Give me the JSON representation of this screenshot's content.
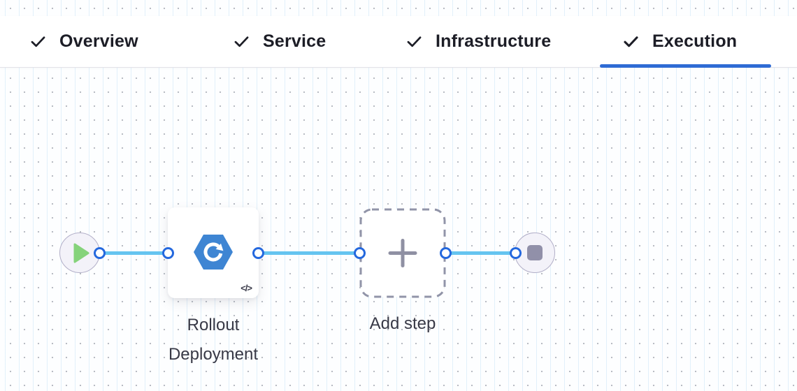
{
  "tab_bar": {
    "active_tab": "Execution",
    "tabs": [
      {
        "label": "Overview",
        "completed": true,
        "active": false
      },
      {
        "label": "Service",
        "completed": true,
        "active": false
      },
      {
        "label": "Infrastructure",
        "completed": true,
        "active": false
      },
      {
        "label": "Execution",
        "completed": true,
        "active": true
      }
    ]
  },
  "canvas": {
    "start_node": {
      "icon": "play-icon"
    },
    "step": {
      "name": "Rollout Deployment",
      "icon": "rollout-deployment-icon",
      "code_toggle_glyph": "</>"
    },
    "add_step": {
      "label": "Add step",
      "icon": "plus-icon"
    },
    "end_node": {
      "icon": "stop-icon"
    }
  },
  "colors": {
    "active_tab_underline": "#2e6bd4",
    "connector_line": "#65c4f0",
    "port_ring": "#2468de",
    "node_fill": "#f3f2f9",
    "node_border": "#b2afc8",
    "play_green": "#85d37b",
    "step_hexagon_blue": "#3e85d3",
    "dashed_border_gray": "#9194a8",
    "label_text": "#383946",
    "tab_text": "#1c1d26"
  }
}
